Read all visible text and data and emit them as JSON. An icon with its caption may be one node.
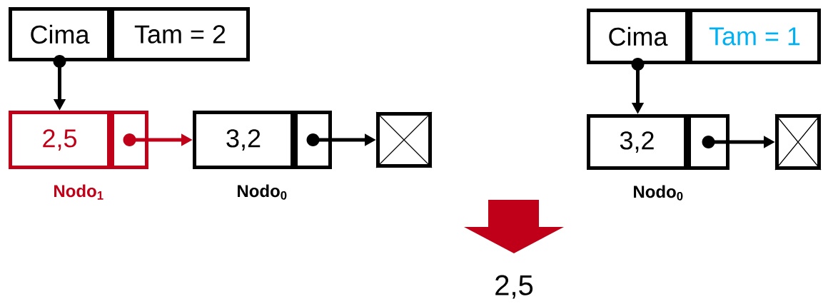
{
  "diagram": {
    "nodes": [
      {
        "text": [
          "Cima"
        ]
      },
      {
        "text": [
          "Tam = 2"
        ]
      },
      {
        "text": [
          "2,5"
        ],
        "beside": [
          "Nodo$_{1}$"
        ]
      },
      {
        "text": [],
        "shape": "box"
      },
      {
        "text": [
          "3,2"
        ],
        "beside": [
          "Nodo$_{0}$"
        ]
      },
      {
        "text": [],
        "shape": "box"
      },
      {
        "text": [],
        "shape": "box"
      },
      {
        "text": [
          "Cima"
        ]
      },
      {
        "text": [
          "Tam = 1"
        ]
      },
      {
        "text": [
          "3,2"
        ],
        "beside": [
          "Nodo$_{0}$"
        ]
      },
      {
        "text": [],
        "shape": "box"
      },
      {
        "text": [],
        "shape": "box"
      }
    ],
    "edges": [
      {
        "from": 0,
        "to": 2,
        "arrow": "to"
      },
      {
        "from": 3,
        "to": 4,
        "arrow": "to",
        "color": "#c00018"
      },
      {
        "from": 5,
        "to": 6,
        "arrow": "to"
      },
      {
        "from": 7,
        "to": 9,
        "arrow": "to"
      },
      {
        "from": 10,
        "to": 11,
        "arrow": "to"
      }
    ],
    "labels": [
      "2,5"
    ]
  }
}
